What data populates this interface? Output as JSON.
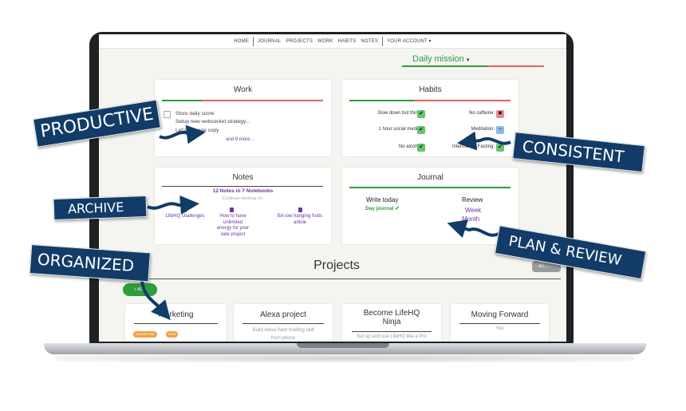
{
  "nav": [
    "HOME",
    "JOURNAL",
    "PROJECTS",
    "WORK",
    "HABITS",
    "NOTES",
    "YOUR ACCOUNT ▾"
  ],
  "mission": {
    "label": "Daily mission",
    "caret": "▾"
  },
  "work": {
    "title": "Work",
    "tasks": [
      "Store daily score",
      "Setup new websocket strategy...",
      "Let's go page copy"
    ],
    "more": "and 9 more..."
  },
  "habits": {
    "title": "Habits",
    "items": [
      {
        "label": "Slow down but think :",
        "status": "✔"
      },
      {
        "label": "No caffeine:",
        "status": "✖"
      },
      {
        "label": "1 hour social media :",
        "status": "✔"
      },
      {
        "label": "Meditation:",
        "status": "−"
      },
      {
        "label": "No alcohol:",
        "status": "✔"
      },
      {
        "label": "Intermittent Fasting:",
        "status": "✔"
      }
    ]
  },
  "notes": {
    "title": "Notes",
    "summary": "12 Notes in 7 Notebooks",
    "continue": "Continue working on:",
    "links": [
      "LifeHQ challenges",
      "How to have unlimited energy for your side project",
      "BA low hanging fruits article"
    ]
  },
  "journal": {
    "title": "Journal",
    "write": "Write today",
    "day": "Day journal ✔",
    "review": "Review",
    "week": "Week",
    "month": "Month"
  },
  "projects": {
    "title": "Projects",
    "filter": "ALL ⌄",
    "add": "+ ADD",
    "cards": [
      {
        "title": "Marketing",
        "desc": "",
        "tags": [
          "MARKETING",
          "NEW"
        ]
      },
      {
        "title": "Alexa project",
        "desc": "Build Alexa flash briefing skill from phone",
        "tags": []
      },
      {
        "title": "Become LifeHQ Ninja",
        "desc": "Set up and use LifeHQ like a Pro",
        "tags": []
      },
      {
        "title": "Moving Forward",
        "desc": "Yes",
        "tags": []
      }
    ]
  },
  "banners": {
    "productive": "PRODUCTIVE",
    "consistent": "CONSISTENT",
    "archive": "ARCHIVE",
    "plan": "PLAN & REVIEW",
    "organized": "ORGANIZED"
  },
  "colors": {
    "green": "#2e9d3a",
    "red": "#e36363",
    "purple": "#6a35a0",
    "banner": "#123c67"
  }
}
